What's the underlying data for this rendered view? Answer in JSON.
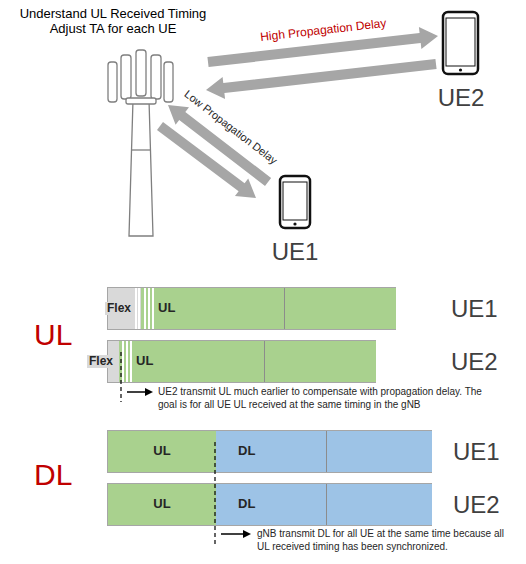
{
  "diagram": {
    "title": "Understand UL Received Timing Adjust TA for each UE",
    "nodes": [
      {
        "text": [
          "UE2"
        ]
      },
      {
        "text": [
          "UE1"
        ]
      },
      {
        "text": [
          "Flex",
          "UL",
          "UE1"
        ]
      },
      {
        "text": [
          "Flex",
          "UL",
          "UE2"
        ]
      },
      {
        "text": [
          "UL",
          "DL",
          "UE1"
        ]
      },
      {
        "text": [
          "UL",
          "DL",
          "UE2"
        ]
      }
    ],
    "labels": [
      "High Propagation Delay",
      "Low Propagation Delay",
      "UL",
      "UE2 transmit UL much earlier to compensate with propagation delay. The goal is for all UE UL received at the same timing in the gNB",
      "DL",
      "gNB transmit DL for all UE at the same time because all UL received timing has been synchronized."
    ]
  }
}
